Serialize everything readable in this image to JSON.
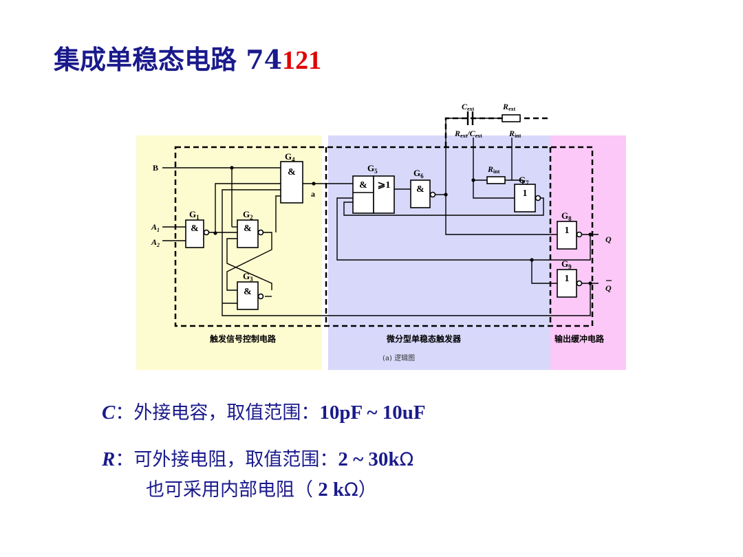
{
  "title": {
    "text_main": "集成单稳态电路 74",
    "text_accent": "121"
  },
  "diagram": {
    "inputs": {
      "b": "B",
      "a1": "A",
      "a1_sub": "1",
      "a2": "A",
      "a2_sub": "2"
    },
    "node_a": "a",
    "gates": {
      "g1": {
        "name": "G",
        "sub": "1",
        "symbol": "&"
      },
      "g2": {
        "name": "G",
        "sub": "2",
        "symbol": "&"
      },
      "g3": {
        "name": "G",
        "sub": "3",
        "symbol": "&"
      },
      "g4": {
        "name": "G",
        "sub": "4",
        "symbol": "&"
      },
      "g5": {
        "name": "G",
        "sub": "5",
        "symbol_and": "&",
        "symbol_or": "⩾1"
      },
      "g6": {
        "name": "G",
        "sub": "6",
        "symbol": "&"
      },
      "g7": {
        "name": "G",
        "sub": "7",
        "symbol": "1"
      },
      "g8": {
        "name": "G",
        "sub": "8",
        "symbol": "1"
      },
      "g9": {
        "name": "G",
        "sub": "9",
        "symbol": "1"
      }
    },
    "components": {
      "cext": "C",
      "cext_sub": "ext",
      "rext": "R",
      "rext_sub": "ext",
      "rext_cext_r": "R",
      "rext_cext_rsub": "ext",
      "rext_cext_c": "/C",
      "rext_cext_csub": "ext",
      "rint": "R",
      "rint_sub": "int",
      "rint2": "R",
      "rint2_sub": "int"
    },
    "outputs": {
      "q": "Q",
      "qbar": "Q"
    },
    "regions": {
      "trigger": "触发信号控制电路",
      "monostable": "微分型单稳态触发器",
      "buffer": "输出缓冲电路"
    },
    "caption": "(a) 逻辑图",
    "colors": {
      "trigger_bg": "#fdfbd0",
      "monostable_bg": "#d8d8fb",
      "buffer_bg": "#fbc8f7",
      "text": "#1a1a8c",
      "accent": "#e00000"
    }
  },
  "notes": {
    "c_symbol": "C",
    "c_desc": "：外接电容，取值范围：",
    "c_range": "10pF ~ 10uF",
    "r_symbol": "R",
    "r_desc": "：可外接电阻，取值范围：",
    "r_range": "2 ~ 30k",
    "ohm": "Ω",
    "internal_prefix": "也可采用内部电阻（",
    "internal_value": " 2 k",
    "internal_suffix": "）"
  }
}
